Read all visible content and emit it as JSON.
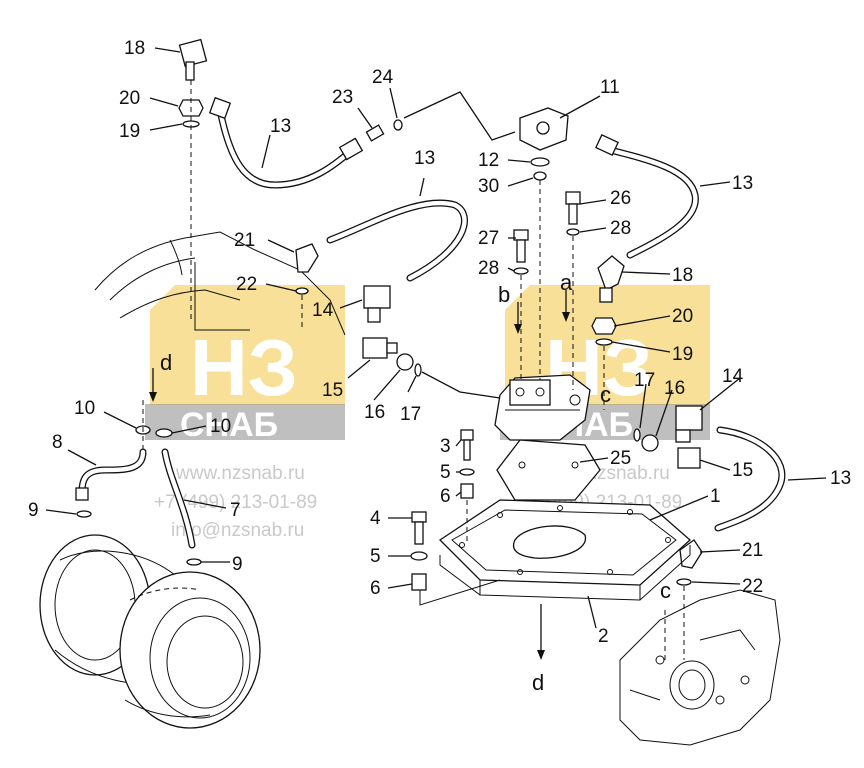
{
  "callouts": [
    "18",
    "20",
    "19",
    "13",
    "23",
    "24",
    "11",
    "12",
    "30",
    "13",
    "13",
    "26",
    "28",
    "27",
    "28",
    "21",
    "22",
    "14",
    "18",
    "20",
    "19",
    "15",
    "16",
    "17",
    "14",
    "17",
    "16",
    "15",
    "13",
    "3",
    "5",
    "6",
    "25",
    "1",
    "10",
    "10",
    "8",
    "7",
    "9",
    "9",
    "4",
    "5",
    "6",
    "21",
    "22",
    "2"
  ],
  "section_letters": [
    "d",
    "a",
    "b",
    "c",
    "c",
    "d"
  ],
  "watermark": {
    "logo_letters": "НЗ",
    "logo_word": "СНАБ",
    "website": "www.nzsnab.ru",
    "phone": "+7 (499) 213-01-89",
    "email": "info@nzsnab.ru"
  },
  "colors": {
    "line": "#111111",
    "logo_yellow": "#f2c744",
    "logo_gray": "#8b8b8b",
    "watermark_text": "#c9c9c9"
  }
}
